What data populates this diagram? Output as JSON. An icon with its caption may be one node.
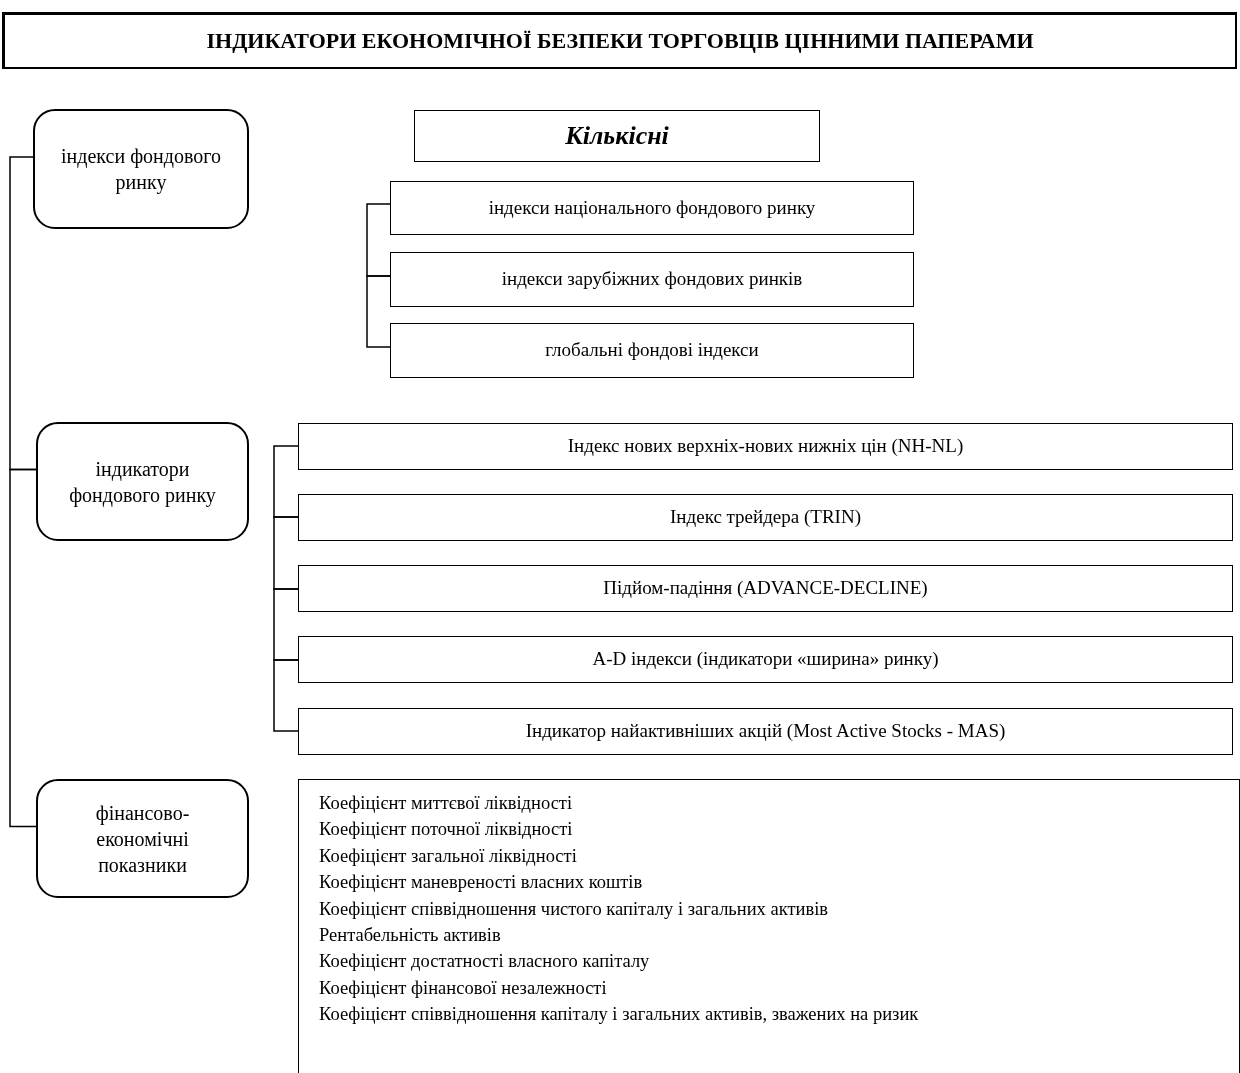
{
  "diagram": {
    "nodes": [
      {
        "text": [
          "ІНДИКАТОРИ ЕКОНОМІЧНОЇ БЕЗПЕКИ ТОРГОВЦІВ ЦІННИМИ ПАПЕРАМИ"
        ]
      },
      {
        "text": [
          "індекси фондового ринку"
        ]
      },
      {
        "text": [
          "Кількісні"
        ]
      },
      {
        "text": [
          "індекси національного фондового ринку"
        ]
      },
      {
        "text": [
          "індекси зарубіжних фондових ринків"
        ]
      },
      {
        "text": [
          "глобальні фондові індекси"
        ]
      },
      {
        "text": [
          "індикатори фондового ринку"
        ]
      },
      {
        "text": [
          "Індекс нових верхніх-нових нижніх цін (NH-NL)"
        ]
      },
      {
        "text": [
          "Індекс трейдера (TRIN)"
        ]
      },
      {
        "text": [
          "Підйом-падіння (ADVANCE-DECLINE)"
        ]
      },
      {
        "text": [
          "A-D індекси (індикатори «ширина» ринку)"
        ]
      },
      {
        "text": [
          "Індикатор найактивніших акцій (Most Active Stocks - MAS)"
        ]
      },
      {
        "text": [
          "фінансово-економічні показники"
        ]
      },
      {
        "text": [
          "Коефіцієнт миттєвої ліквідності",
          "Коефіцієнт поточної ліквідності",
          "Коефіцієнт загальної ліквідності",
          "Коефіцієнт маневреності власних коштів",
          "Коефіцієнт співвідношення чистого капіталу і загальних активів",
          "Рентабельність активів",
          "Коефіцієнт достатності власного капіталу",
          "Коефіцієнт фінансової незалежності",
          "Коефіцієнт співвідношення капіталу і загальних активів, зважених на ризик"
        ]
      }
    ],
    "edges": [
      {
        "from": 1,
        "to": 6,
        "arrow": "none"
      },
      {
        "from": 6,
        "to": 12,
        "arrow": "none"
      },
      {
        "from": 3,
        "to": 4,
        "arrow": "none"
      },
      {
        "from": 4,
        "to": 5,
        "arrow": "none"
      },
      {
        "from": 7,
        "to": 8,
        "arrow": "none"
      },
      {
        "from": 8,
        "to": 9,
        "arrow": "none"
      },
      {
        "from": 9,
        "to": 10,
        "arrow": "none"
      },
      {
        "from": 10,
        "to": 11,
        "arrow": "none"
      }
    ]
  }
}
